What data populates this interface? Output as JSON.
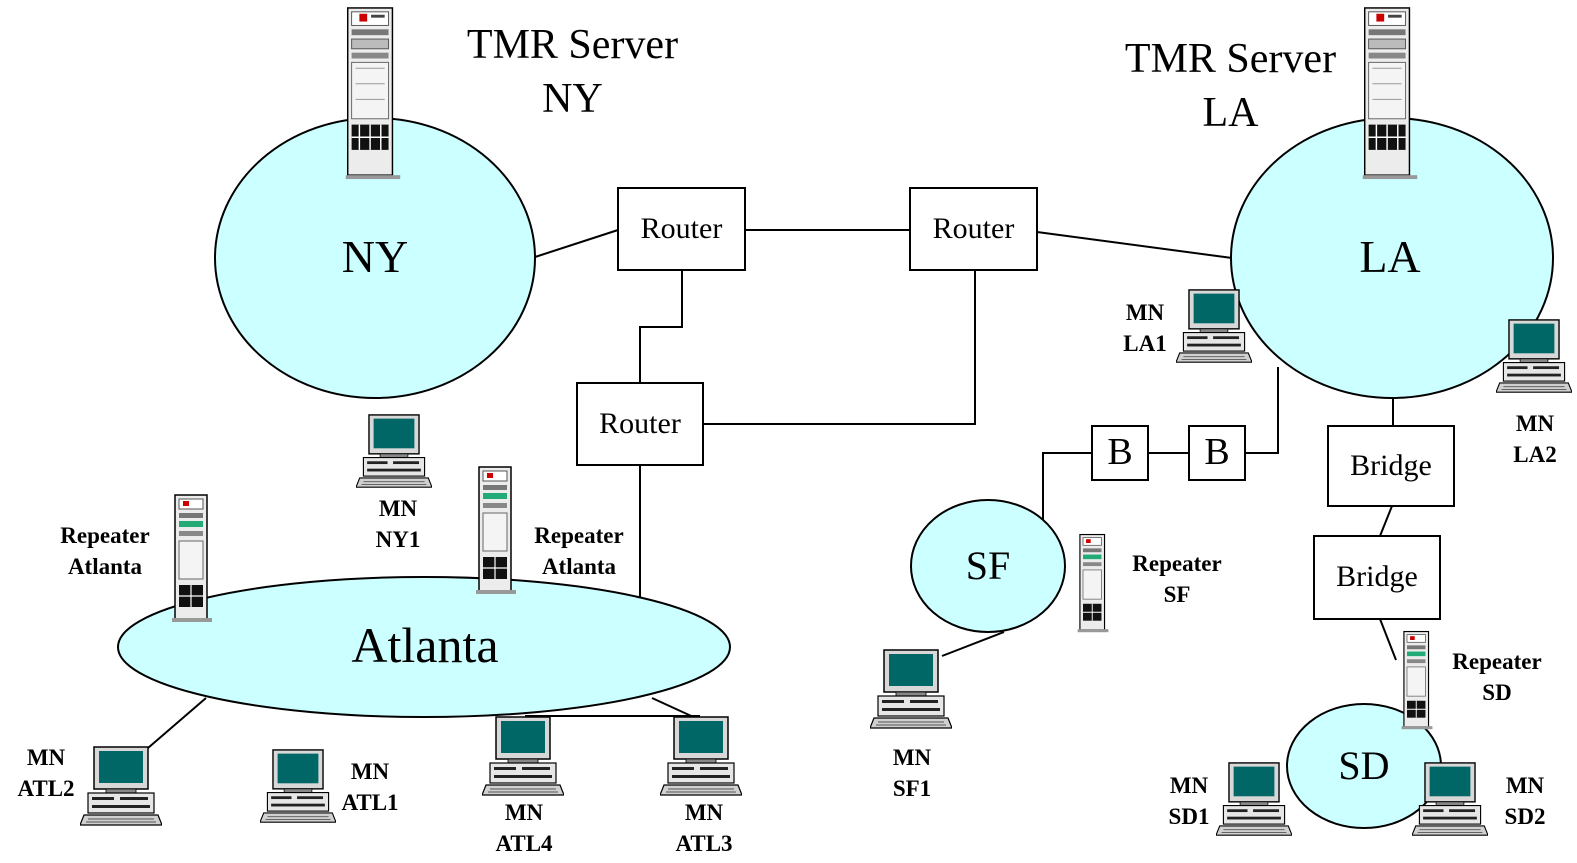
{
  "servers": {
    "ny": {
      "line1": "TMR Server",
      "line2": "NY"
    },
    "la": {
      "line1": "TMR Server",
      "line2": "LA"
    }
  },
  "networks": {
    "ny": "NY",
    "la": "LA",
    "atlanta": "Atlanta",
    "sf": "SF",
    "sd": "SD"
  },
  "routers": {
    "r1": "Router",
    "r2": "Router",
    "r3": "Router"
  },
  "bridges": {
    "b1": "B",
    "b2": "B",
    "bridge1": "Bridge",
    "bridge2": "Bridge"
  },
  "repeaters": {
    "atl_left": {
      "line1": "Repeater",
      "line2": "Atlanta"
    },
    "atl_right": {
      "line1": "Repeater",
      "line2": "Atlanta"
    },
    "sf": {
      "line1": "Repeater",
      "line2": "SF"
    },
    "sd": {
      "line1": "Repeater",
      "line2": "SD"
    }
  },
  "nodes": {
    "ny1": {
      "line1": "MN",
      "line2": "NY1"
    },
    "la1": {
      "line1": "MN",
      "line2": "LA1"
    },
    "la2": {
      "line1": "MN",
      "line2": "LA2"
    },
    "atl1": {
      "line1": "MN",
      "line2": "ATL1"
    },
    "atl2": {
      "line1": "MN",
      "line2": "ATL2"
    },
    "atl3": {
      "line1": "MN",
      "line2": "ATL3"
    },
    "atl4": {
      "line1": "MN",
      "line2": "ATL4"
    },
    "sf1": {
      "line1": "MN",
      "line2": "SF1"
    },
    "sd1": {
      "line1": "MN",
      "line2": "SD1"
    },
    "sd2": {
      "line1": "MN",
      "line2": "SD2"
    }
  },
  "colors": {
    "network_fill": "#ccffff",
    "stroke": "#000000",
    "screen": "#006666",
    "server_body": "#e8e8e8"
  }
}
